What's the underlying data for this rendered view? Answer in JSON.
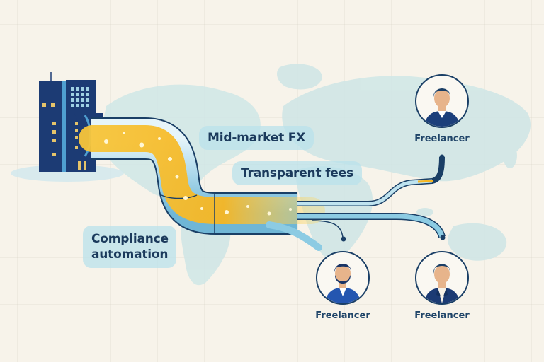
{
  "illustration": {
    "theme": "Cross-border payments from company to freelancers",
    "source": {
      "type": "company-building"
    },
    "feature_labels": [
      {
        "id": "mid-market-fx",
        "text": "Mid-market FX"
      },
      {
        "id": "transparent-fees",
        "text": "Transparent fees"
      },
      {
        "id": "compliance-automation",
        "text": "Compliance automation"
      }
    ],
    "recipients": [
      {
        "label": "Freelancer",
        "style": "short-hair-polo"
      },
      {
        "label": "Freelancer",
        "style": "bearded-shirt"
      },
      {
        "label": "Freelancer",
        "style": "blazer"
      }
    ],
    "colors": {
      "background": "#f7f3ea",
      "map": "#cfe6e6",
      "navy": "#1a3f66",
      "building_dark": "#1c3b74",
      "building_light": "#2f7fb8",
      "pipe_glass": "#bfe3ef",
      "flow_gold": "#f5b21b",
      "pill_bg": "#bae2eb",
      "text": "#1b3a5c"
    }
  }
}
